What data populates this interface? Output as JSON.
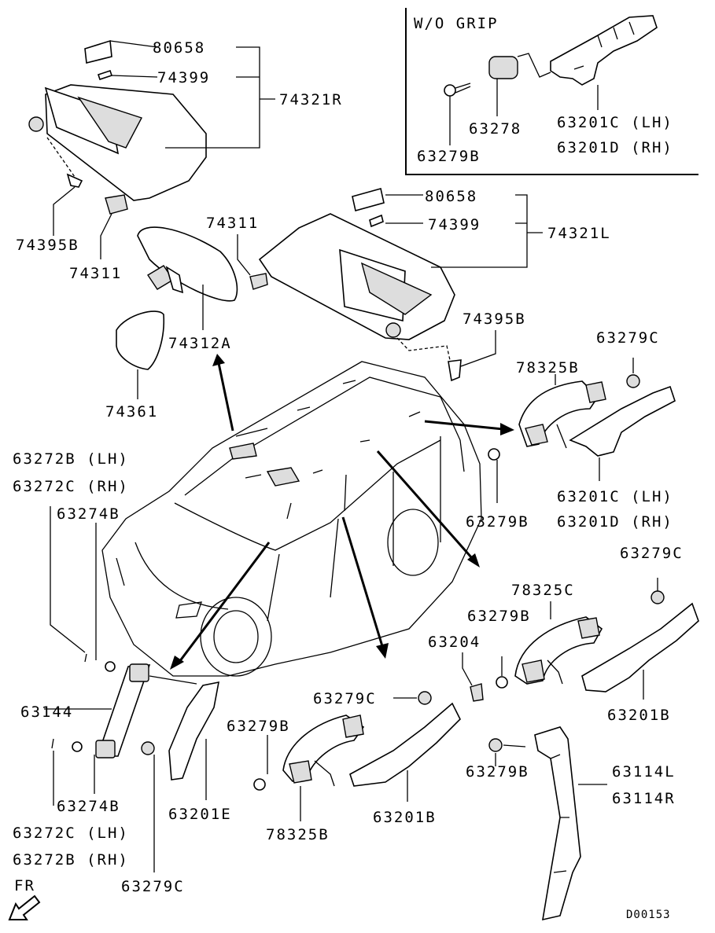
{
  "inset": {
    "title": "W/O GRIP"
  },
  "labels": {
    "l_80658_a": "80658",
    "l_74399_a": "74399",
    "l_74321R": "74321R",
    "l_74395B_a": "74395B",
    "l_74311_a": "74311",
    "l_74311_b": "74311",
    "l_74312A": "74312A",
    "l_74361": "74361",
    "l_80658_b": "80658",
    "l_74399_b": "74399",
    "l_74321L": "74321L",
    "l_74395B_b": "74395B",
    "l_63278": "63278",
    "l_63279B_inset": "63279B",
    "l_63201C_inset": "63201C (LH)",
    "l_63201D_inset": "63201D (RH)",
    "l_63279C_a": "63279C",
    "l_78325B_a": "78325B",
    "l_63201C_b": "63201C (LH)",
    "l_63201D_b": "63201D (RH)",
    "l_63279B_b": "63279B",
    "l_63272B_lh": "63272B (LH)",
    "l_63272C_rh": "63272C (RH)",
    "l_63274B_a": "63274B",
    "l_63279C_b": "63279C",
    "l_78325C": "78325C",
    "l_63279B_c": "63279B",
    "l_63204": "63204",
    "l_63201B_a": "63201B",
    "l_63144": "63144",
    "l_63279C_c": "63279C",
    "l_63279B_d": "63279B",
    "l_63274B_b": "63274B",
    "l_63272C_lh": "63272C (LH)",
    "l_63272B_rh": "63272B (RH)",
    "l_63279C_d": "63279C",
    "l_63201E": "63201E",
    "l_78325B_b": "78325B",
    "l_63201B_b": "63201B",
    "l_63279B_e": "63279B",
    "l_63114L": "63114L",
    "l_63114R": "63114R",
    "fr": "FR",
    "code": "D00153"
  }
}
